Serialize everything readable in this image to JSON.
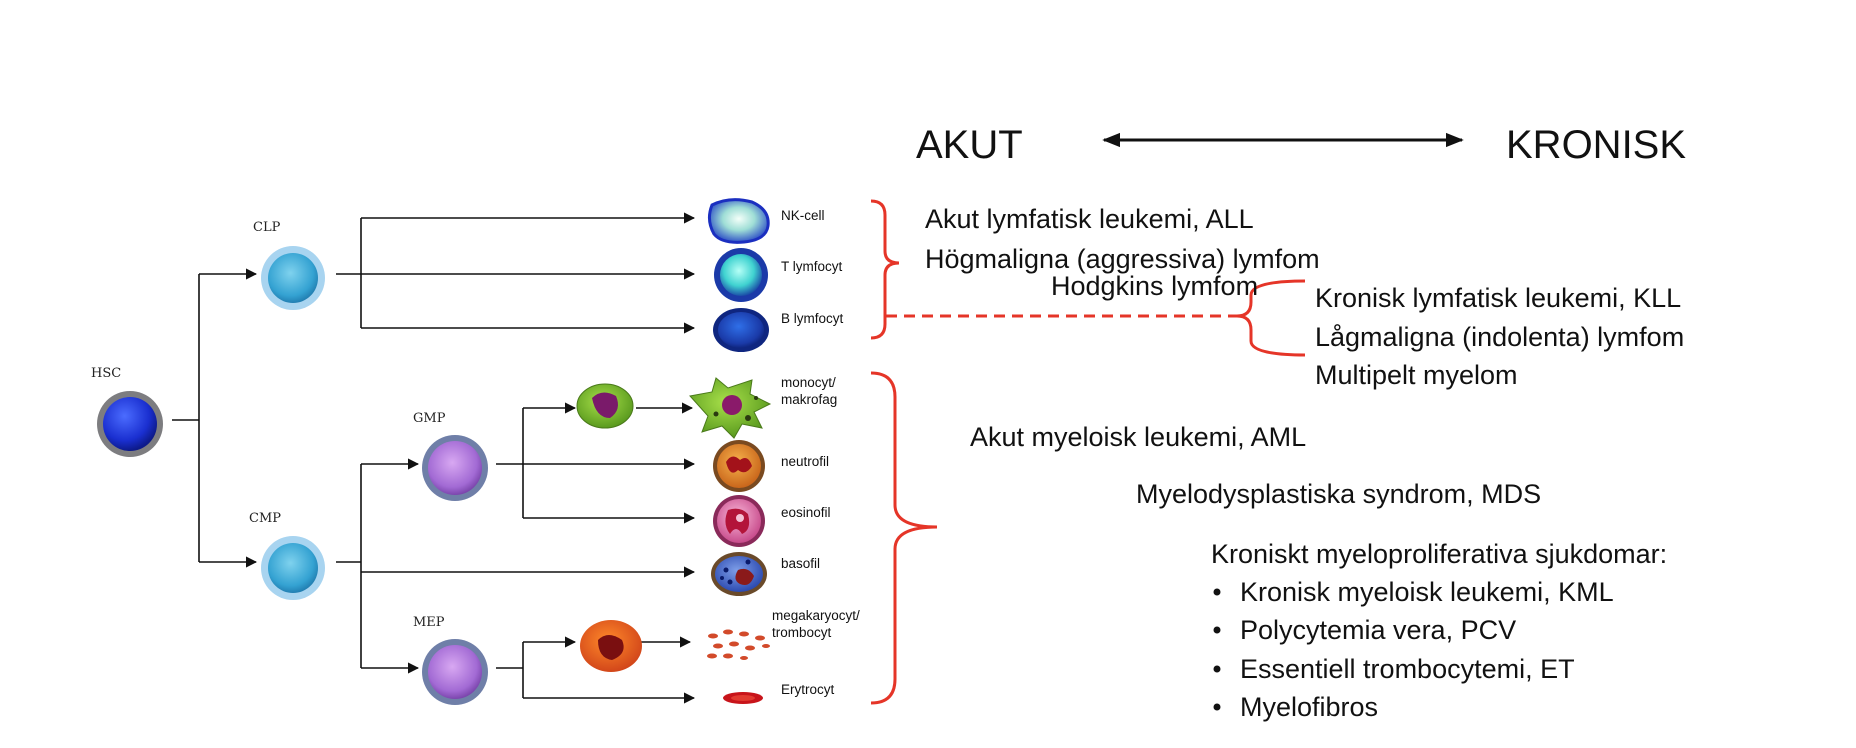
{
  "header": {
    "acute": "AKUT",
    "chronic": "KRONISK"
  },
  "progenitors": {
    "hsc": "HSC",
    "clp": "CLP",
    "cmp": "CMP",
    "gmp": "GMP",
    "mep": "MEP"
  },
  "cells": {
    "nk": "NK-cell",
    "t": "T lymfocyt",
    "b": "B lymfocyt",
    "mono_1": "monocyt/",
    "mono_2": "makrofag",
    "neutro": "neutrofil",
    "eosino": "eosinofil",
    "baso": "basofil",
    "mega_1": "megakaryocyt/",
    "mega_2": "trombocyt",
    "ery": "Erytrocyt"
  },
  "diseases": {
    "all": "Akut lymfatisk leukemi, ALL",
    "hg_lymfom": "Högmaligna (aggressiva) lymfom",
    "hodgkin": "Hodgkins lymfom",
    "kll": "Kronisk lymfatisk leukemi, KLL",
    "lg_lymfom": "Lågmaligna (indolenta) lymfom",
    "myelom": "Multipelt myelom",
    "aml": "Akut myeloisk leukemi, AML",
    "mds": "Myelodysplastiska syndrom, MDS",
    "mpn_title": "Kroniskt myeloproliferativa sjukdomar:",
    "mpn_items": [
      "Kronisk myeloisk leukemi, KML",
      "Polycytemia vera, PCV",
      "Essentiell trombocytemi, ET",
      "Myelofibros"
    ]
  },
  "colors": {
    "bracket": "#e53528",
    "stem": "#1d34d6",
    "progenitor": "#3aa7d6",
    "gmp_mep": "#a86fd6"
  }
}
